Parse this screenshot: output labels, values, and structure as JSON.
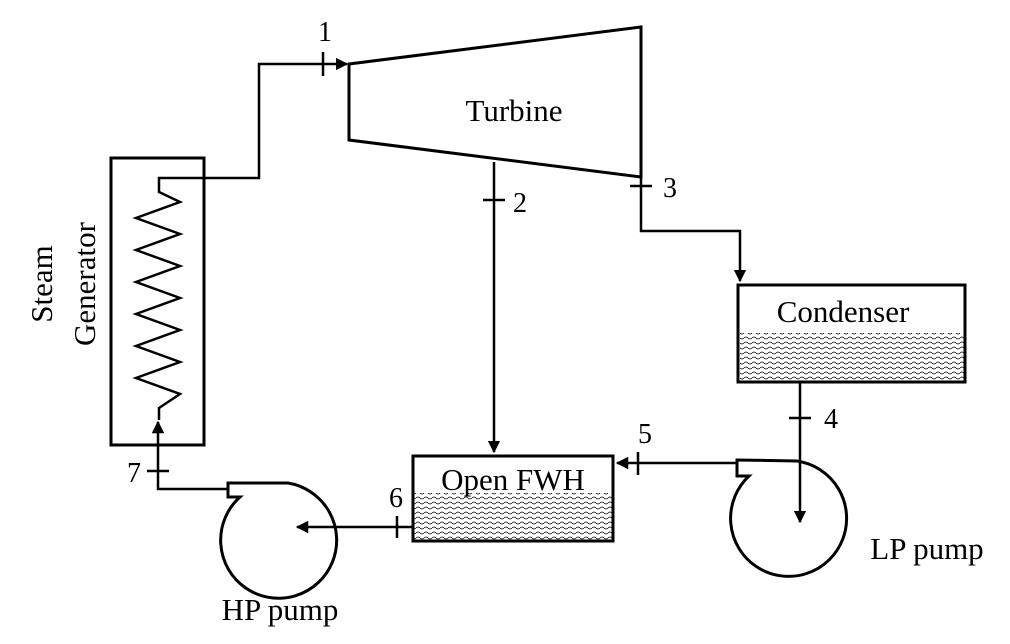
{
  "components": {
    "turbine": "Turbine",
    "condenser": "Condenser",
    "open_fwh": "Open FWH",
    "steam_generator_line1": "Steam",
    "steam_generator_line2": "Generator",
    "hp_pump": "HP pump",
    "lp_pump": "LP pump"
  },
  "states": [
    "1",
    "2",
    "3",
    "4",
    "5",
    "6",
    "7"
  ]
}
